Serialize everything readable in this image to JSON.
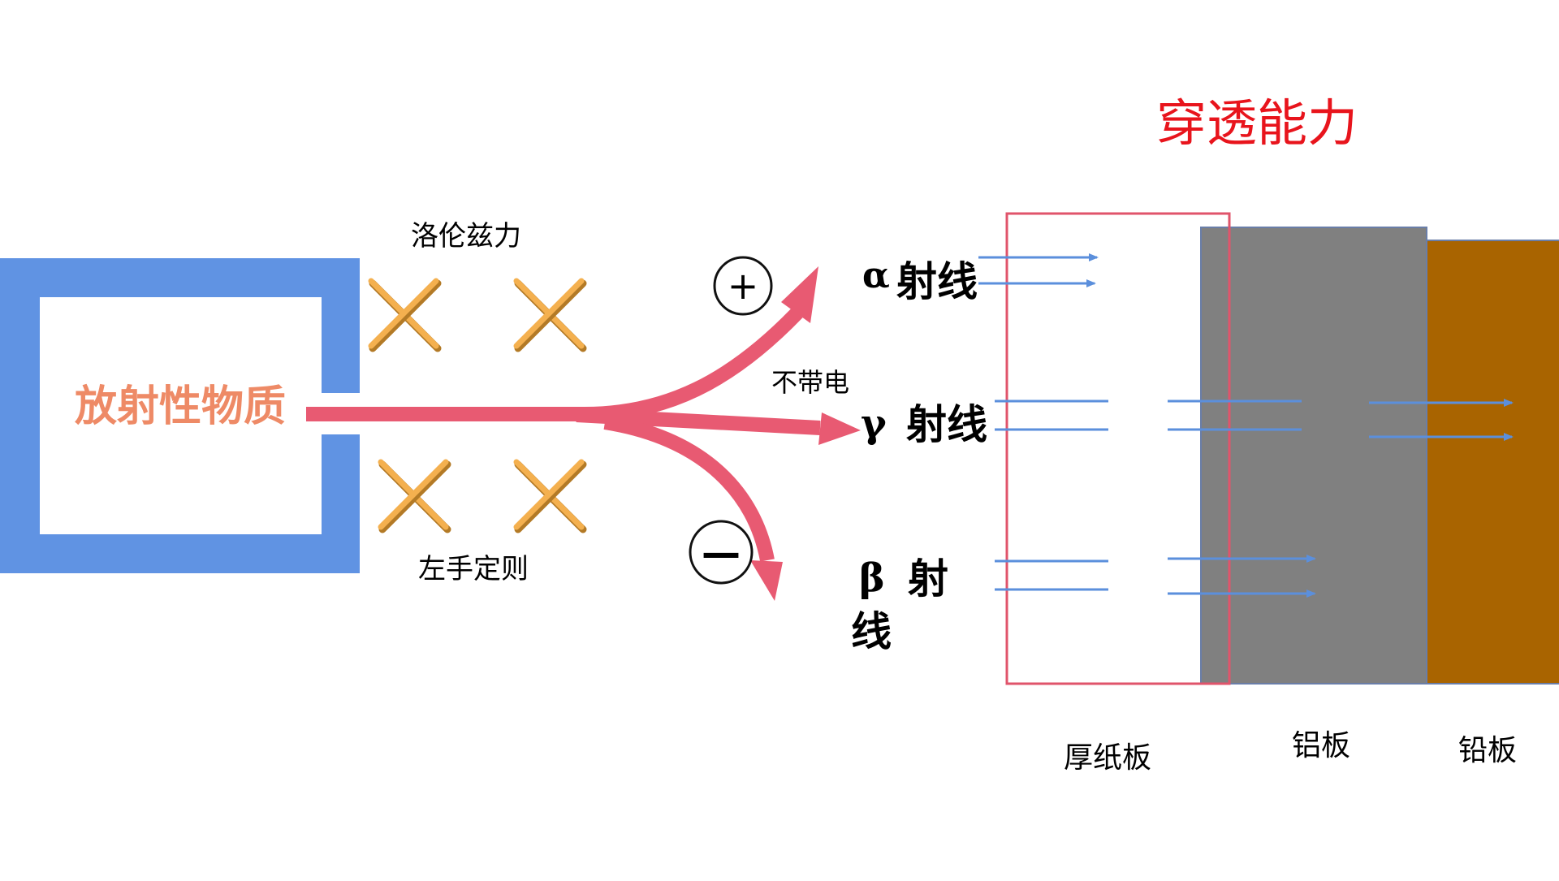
{
  "title": "穿透能力",
  "source_label": "放射性物质",
  "magnetic_labels": {
    "top": "洛伦兹力",
    "bottom": "左手定则"
  },
  "charges": {
    "positive": "+",
    "negative": "—"
  },
  "neutral_label": "不带电",
  "rays": {
    "alpha": {
      "symbol": "α",
      "name": "射线"
    },
    "gamma": {
      "symbol": "γ",
      "name": "射线"
    },
    "beta": {
      "symbol": "β",
      "name_line1": "射",
      "name_line2": "线"
    }
  },
  "plates": [
    {
      "label": "厚纸板",
      "color": "#ffffff",
      "border": "#e0546b"
    },
    {
      "label": "铝板",
      "color": "#808080",
      "border": "#6a7ea8"
    },
    {
      "label": "铅板",
      "color": "#a96400",
      "border": "#6a7ea8"
    }
  ],
  "colors": {
    "container": "#6093e3",
    "beam": "#e85a72",
    "cross": "#f4b04f",
    "cross_shadow": "#b37a26",
    "title": "#e8141c",
    "source_text": "#ee8a66",
    "penetration_arrow": "#5b8fdc"
  }
}
